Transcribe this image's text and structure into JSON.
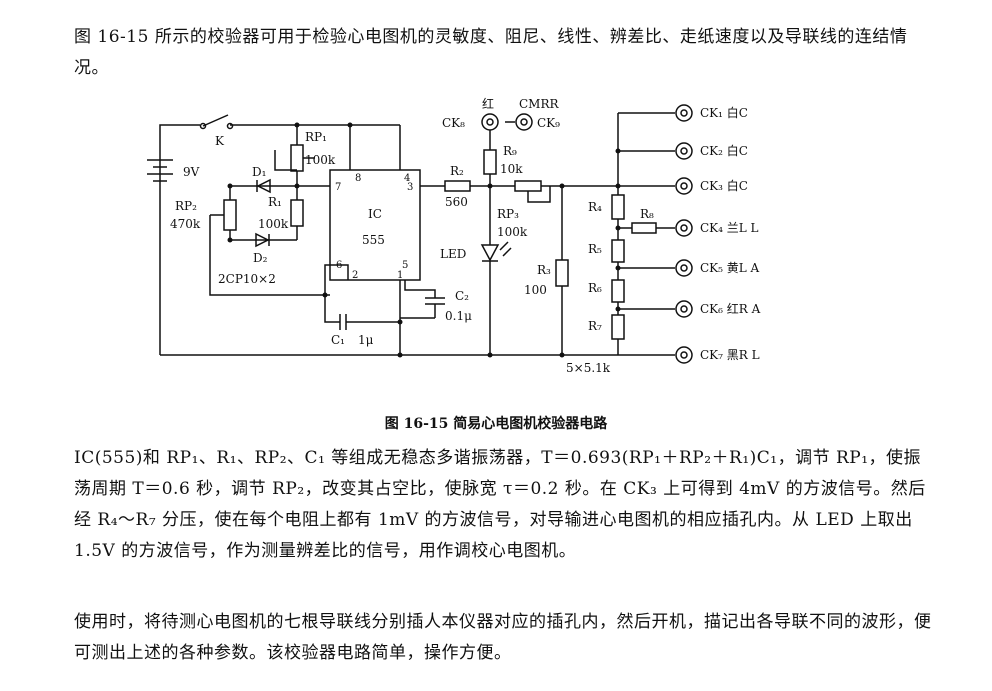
{
  "intro_text": "图 16-15 所示的校验器可用于检验心电图机的灵敏度、阻尼、线性、辨差比、走纸速度以及导联线的连结情况。",
  "caption": "图 16-15   简易心电图机校验器电路",
  "explain_text": "IC(555)和 RP₁、R₁、RP₂、C₁ 等组成无稳态多谐振荡器，T＝0.693(RP₁＋RP₂＋R₁)C₁，调节 RP₁，使振荡周期 T＝0.6 秒，调节 RP₂，改变其占空比，使脉宽 τ＝0.2 秒。在 CK₃ 上可得到 4mV 的方波信号。然后经 R₄～R₇ 分压，使在每个电阻上都有 1mV 的方波信号，对导输进心电图机的相应插孔内。从 LED 上取出 1.5V 的方波信号，作为测量辨差比的信号，用作调校心电图机。",
  "usage_text": "使用时，将待测心电图机的七根导联线分别插人本仪器对应的插孔内，然后开机，描记出各导联不同的波形，便可测出上述的各种参数。该校验器电路简单，操作方便。",
  "circuit": {
    "switch": "K",
    "battery": "9V",
    "rp1": "RP₁",
    "rp1_val": "100k",
    "d1": "D₁",
    "d2": "D₂",
    "r1": "R₁",
    "r1_val": "100k",
    "rp2": "RP₂",
    "rp2_val": "470k",
    "diodes_note": "2CP10×2",
    "ic": "IC",
    "ic_model": "555",
    "pin8": "8",
    "pin4": "4",
    "pin7": "7",
    "pin3": "3",
    "pin6": "6",
    "pin5": "5",
    "pin2": "2",
    "pin1": "1",
    "c1": "C₁",
    "c1_val": "1μ",
    "c2": "C₂",
    "c2_val": "0.1μ",
    "r2": "R₂",
    "r2_val": "560",
    "r9": "R₉",
    "r9_val": "10k",
    "rp3": "RP₃",
    "rp3_val": "100k",
    "led": "LED",
    "r3": "R₃",
    "r3_val": "100",
    "ck8": "CK₈",
    "ck8_color": "红",
    "cmrr": "CMRR",
    "ck9": "CK₉",
    "r4": "R₄",
    "r5": "R₅",
    "r6": "R₆",
    "r7": "R₇",
    "r8": "R₈",
    "divider_val": "5×5.1k",
    "ck1": "CK₁ 白C",
    "ck2": "CK₂ 白C",
    "ck3": "CK₃ 白C",
    "ck4": "CK₄ 兰L L",
    "ck5": "CK₅ 黄L A",
    "ck6": "CK₆ 红R A",
    "ck7": "CK₇ 黑R L"
  }
}
